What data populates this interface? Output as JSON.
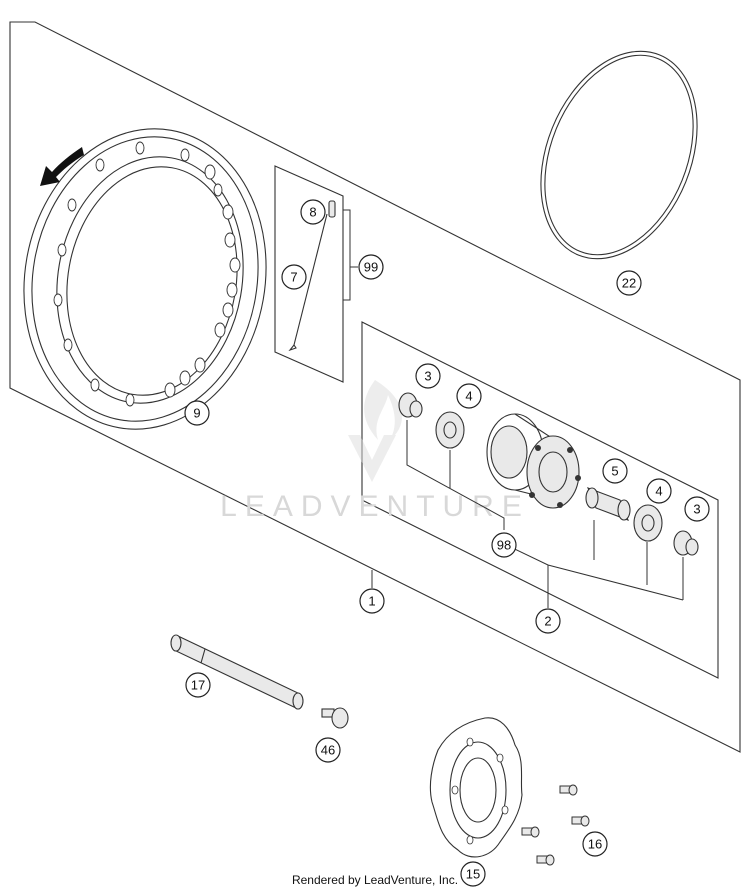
{
  "watermark": "LEADVENTURE",
  "footer": "Rendered by LeadVenture, Inc.",
  "callouts": [
    {
      "id": "c1",
      "label": "1"
    },
    {
      "id": "c2",
      "label": "2"
    },
    {
      "id": "c3a",
      "label": "3"
    },
    {
      "id": "c3b",
      "label": "3"
    },
    {
      "id": "c4a",
      "label": "4"
    },
    {
      "id": "c4b",
      "label": "4"
    },
    {
      "id": "c5",
      "label": "5"
    },
    {
      "id": "c7",
      "label": "7"
    },
    {
      "id": "c8",
      "label": "8"
    },
    {
      "id": "c9",
      "label": "9"
    },
    {
      "id": "c15",
      "label": "15"
    },
    {
      "id": "c16",
      "label": "16"
    },
    {
      "id": "c17",
      "label": "17"
    },
    {
      "id": "c22",
      "label": "22"
    },
    {
      "id": "c46",
      "label": "46"
    },
    {
      "id": "c98",
      "label": "98"
    },
    {
      "id": "c99",
      "label": "99"
    }
  ]
}
